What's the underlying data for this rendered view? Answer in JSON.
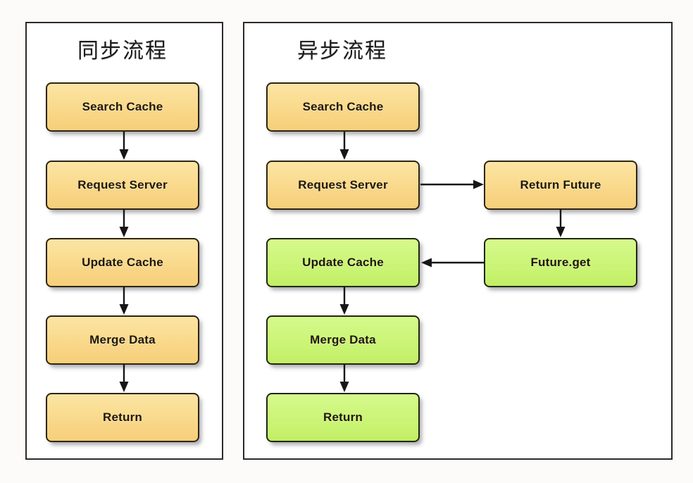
{
  "diagram": {
    "title_sync": "同步流程",
    "title_async": "异步流程",
    "colors": {
      "orange_fill": "#F8D484",
      "green_fill": "#C8F371",
      "node_border": "#2B2416",
      "panel_border": "#2A2A2A",
      "background": "#FCFBF9",
      "arrow": "#161616"
    }
  },
  "sync_flow": {
    "panel_title": "同步流程",
    "nodes": [
      {
        "id": "sync-search-cache",
        "label": "Search Cache",
        "color": "orange"
      },
      {
        "id": "sync-request-server",
        "label": "Request Server",
        "color": "orange"
      },
      {
        "id": "sync-update-cache",
        "label": "Update Cache",
        "color": "orange"
      },
      {
        "id": "sync-merge-data",
        "label": "Merge Data",
        "color": "orange"
      },
      {
        "id": "sync-return",
        "label": "Return",
        "color": "orange"
      }
    ],
    "edges": [
      {
        "from": "Search Cache",
        "to": "Request Server",
        "direction": "down"
      },
      {
        "from": "Request Server",
        "to": "Update Cache",
        "direction": "down"
      },
      {
        "from": "Update Cache",
        "to": "Merge Data",
        "direction": "down"
      },
      {
        "from": "Merge Data",
        "to": "Return",
        "direction": "down"
      }
    ]
  },
  "async_flow": {
    "panel_title": "异步流程",
    "nodes": [
      {
        "id": "async-search-cache",
        "label": "Search Cache",
        "color": "orange"
      },
      {
        "id": "async-request-server",
        "label": "Request Server",
        "color": "orange"
      },
      {
        "id": "async-update-cache",
        "label": "Update Cache",
        "color": "green"
      },
      {
        "id": "async-merge-data",
        "label": "Merge Data",
        "color": "green"
      },
      {
        "id": "async-return",
        "label": "Return",
        "color": "green"
      },
      {
        "id": "async-return-future",
        "label": "Return Future",
        "color": "orange"
      },
      {
        "id": "async-future-get",
        "label": "Future.get",
        "color": "green"
      }
    ],
    "edges": [
      {
        "from": "Search Cache",
        "to": "Request Server",
        "direction": "down"
      },
      {
        "from": "Request Server",
        "to": "Return Future",
        "direction": "right"
      },
      {
        "from": "Return Future",
        "to": "Future.get",
        "direction": "down"
      },
      {
        "from": "Future.get",
        "to": "Update Cache",
        "direction": "left"
      },
      {
        "from": "Update Cache",
        "to": "Merge Data",
        "direction": "down"
      },
      {
        "from": "Merge Data",
        "to": "Return",
        "direction": "down"
      }
    ]
  }
}
